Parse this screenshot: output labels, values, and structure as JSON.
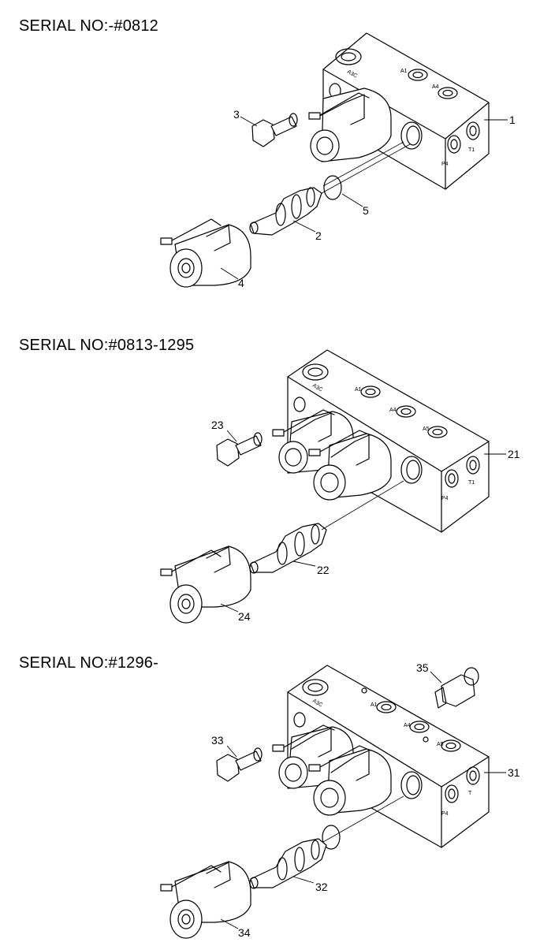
{
  "sections": [
    {
      "serial": "SERIAL NO:-#0812",
      "callouts": {
        "block": "1",
        "spool": "2",
        "bolt": "3",
        "solenoid": "4",
        "oring": "5"
      },
      "ports": [
        "A3C",
        "A1",
        "A4",
        "P4",
        "T1"
      ]
    },
    {
      "serial": "SERIAL NO:#0813-1295",
      "callouts": {
        "block": "21",
        "spool": "22",
        "bolt": "23",
        "solenoid": "24"
      },
      "ports": [
        "A3C",
        "A1",
        "A4",
        "A5",
        "P4",
        "T1"
      ]
    },
    {
      "serial": "SERIAL NO:#1296-",
      "callouts": {
        "block": "31",
        "spool": "32",
        "bolt": "33",
        "solenoid": "34",
        "fitting": "35"
      },
      "ports": [
        "A3C",
        "A1",
        "A4",
        "A5",
        "P4",
        "T"
      ]
    }
  ]
}
